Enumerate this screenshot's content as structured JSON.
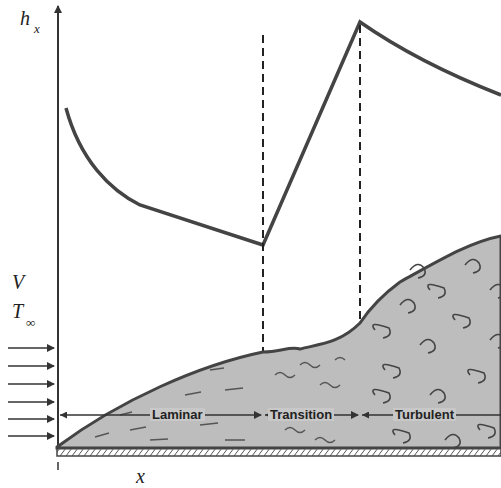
{
  "diagram": {
    "labels": [
      "h",
      "x",
      "V",
      "T",
      "∞",
      "Laminar",
      "Transition",
      "Turbulent",
      "x"
    ]
  }
}
